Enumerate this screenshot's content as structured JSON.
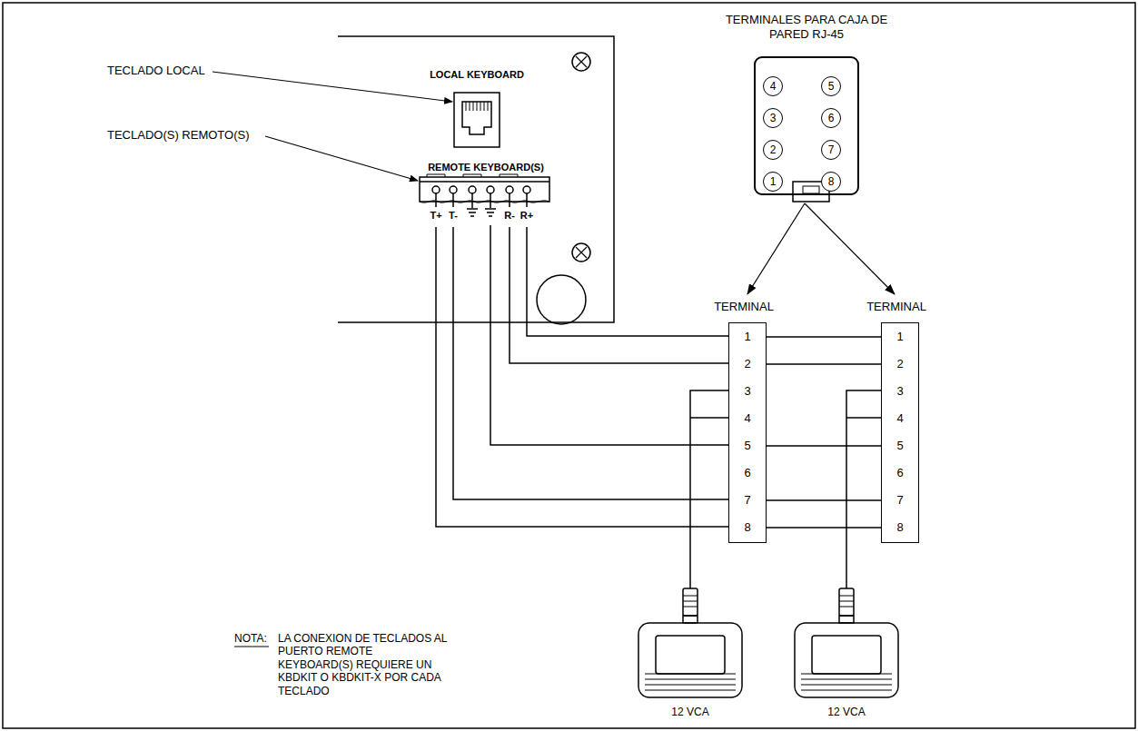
{
  "diagram": {
    "nodes": [
      {
        "text": [
          "TERMINALES PARA CAJA DE PARED RJ-45",
          "4",
          "5",
          "3",
          "6",
          "2",
          "7",
          "1",
          "8"
        ]
      },
      {
        "text": [
          "TERMINAL",
          "1",
          "2",
          "3",
          "4",
          "5",
          "6",
          "7",
          "8"
        ]
      },
      {
        "text": [
          "TERMINAL",
          "1",
          "2",
          "3",
          "4",
          "5",
          "6",
          "7",
          "8"
        ]
      }
    ],
    "edges": [
      {
        "from": 0,
        "to": 1,
        "arrow": "to"
      },
      {
        "from": 0,
        "to": 2,
        "arrow": "to"
      },
      {
        "from": 1,
        "to": 2,
        "arrow": "none"
      },
      {
        "from": 1,
        "to": 2,
        "arrow": "none"
      },
      {
        "from": 1,
        "to": 2,
        "arrow": "none"
      },
      {
        "from": 1,
        "to": 2,
        "arrow": "none"
      },
      {
        "from": 1,
        "to": 2,
        "arrow": "none"
      }
    ],
    "labels": [
      "TECLADO LOCAL",
      "TECLADO(S) REMOTO(S)",
      "LOCAL KEYBOARD",
      "REMOTE KEYBOARD(S)",
      "T+",
      "T-",
      "R-",
      "R+",
      "NOTA:",
      "LA CONEXION DE TECLADOS AL PUERTO REMOTE KEYBOARD(S) REQUIERE UN KBDKIT O KBDKIT-X POR CADA TECLADO",
      "12 VCA",
      "12 VCA"
    ]
  }
}
